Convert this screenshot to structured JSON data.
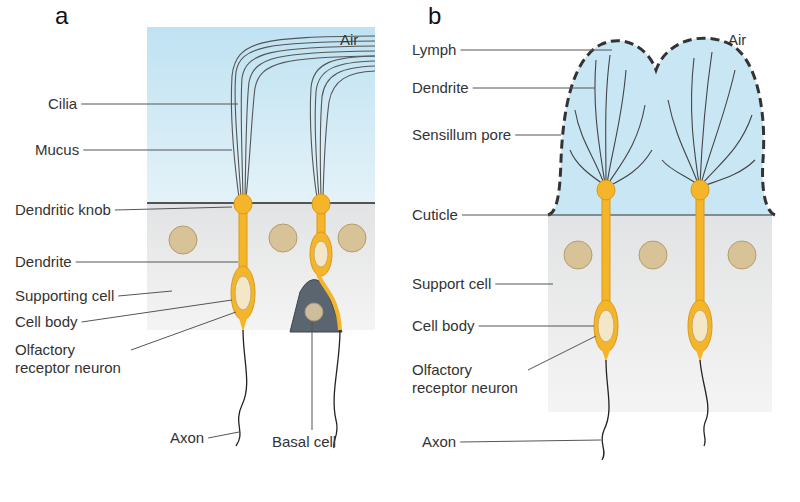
{
  "diagram": {
    "labels": [
      "a",
      "Air",
      "Cilia",
      "Mucus",
      "Dendritic knob",
      "Dendrite",
      "Supporting cell",
      "Cell body",
      "Olfactory receptor neuron",
      "Axon",
      "Basal cell",
      "b",
      "Lymph",
      "Air",
      "Dendrite",
      "Sensillum pore",
      "Cuticle",
      "Support cell",
      "Cell body",
      "Olfactory receptor neuron",
      "Axon"
    ]
  }
}
